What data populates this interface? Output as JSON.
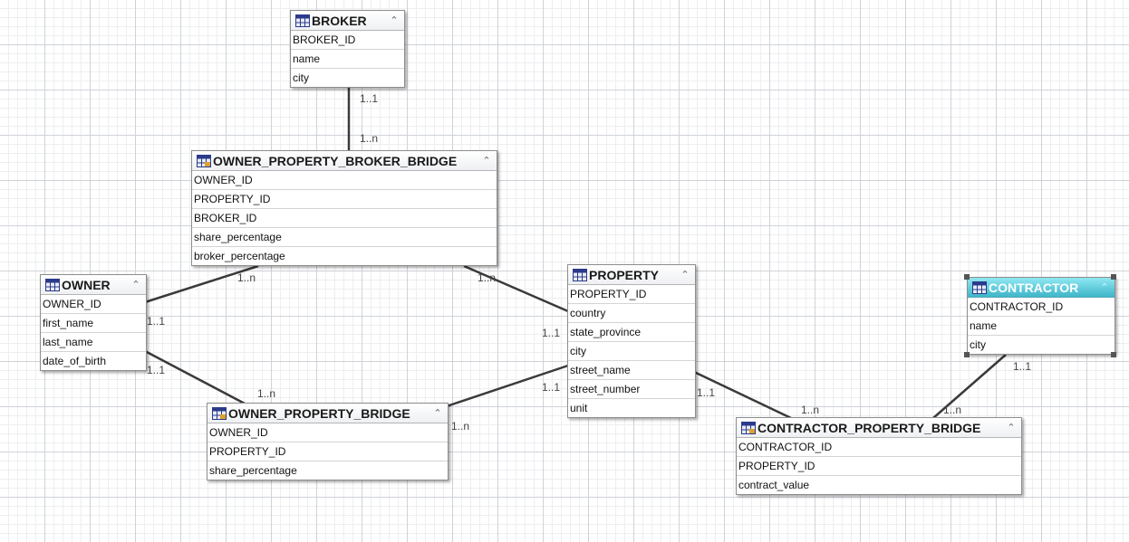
{
  "entities": {
    "broker": {
      "title": "BROKER",
      "fields": [
        "BROKER_ID",
        "name",
        "city"
      ]
    },
    "opbb": {
      "title": "OWNER_PROPERTY_BROKER_BRIDGE",
      "fields": [
        "OWNER_ID",
        "PROPERTY_ID",
        "BROKER_ID",
        "share_percentage",
        "broker_percentage"
      ]
    },
    "owner": {
      "title": "OWNER",
      "fields": [
        "OWNER_ID",
        "first_name",
        "last_name",
        "date_of_birth"
      ]
    },
    "property": {
      "title": "PROPERTY",
      "fields": [
        "PROPERTY_ID",
        "country",
        "state_province",
        "city",
        "street_name",
        "street_number",
        "unit"
      ]
    },
    "opb": {
      "title": "OWNER_PROPERTY_BRIDGE",
      "fields": [
        "OWNER_ID",
        "PROPERTY_ID",
        "share_percentage"
      ]
    },
    "contractor": {
      "title": "CONTRACTOR",
      "fields": [
        "CONTRACTOR_ID",
        "name",
        "city"
      ]
    },
    "cpb": {
      "title": "CONTRACTOR_PROPERTY_BRIDGE",
      "fields": [
        "CONTRACTOR_ID",
        "PROPERTY_ID",
        "contract_value"
      ]
    }
  },
  "collapse_glyph": "⌃",
  "icons": {
    "table": "table-icon",
    "collapse": "collapse-icon"
  },
  "selected_entity": "contractor",
  "relationships": [
    {
      "from": "broker",
      "to": "opbb",
      "from_card": "1..1",
      "to_card": "1..n"
    },
    {
      "from": "owner",
      "to": "opbb",
      "from_card": "1..1",
      "to_card": "1..n"
    },
    {
      "from": "property",
      "to": "opbb",
      "from_card": "1..1",
      "to_card": "1..n"
    },
    {
      "from": "owner",
      "to": "opb",
      "from_card": "1..1",
      "to_card": "1..n"
    },
    {
      "from": "property",
      "to": "opb",
      "from_card": "1..1",
      "to_card": "1..n"
    },
    {
      "from": "property",
      "to": "cpb",
      "from_card": "1..1",
      "to_card": "1..n"
    },
    {
      "from": "contractor",
      "to": "cpb",
      "from_card": "1..1",
      "to_card": "1..n"
    }
  ]
}
